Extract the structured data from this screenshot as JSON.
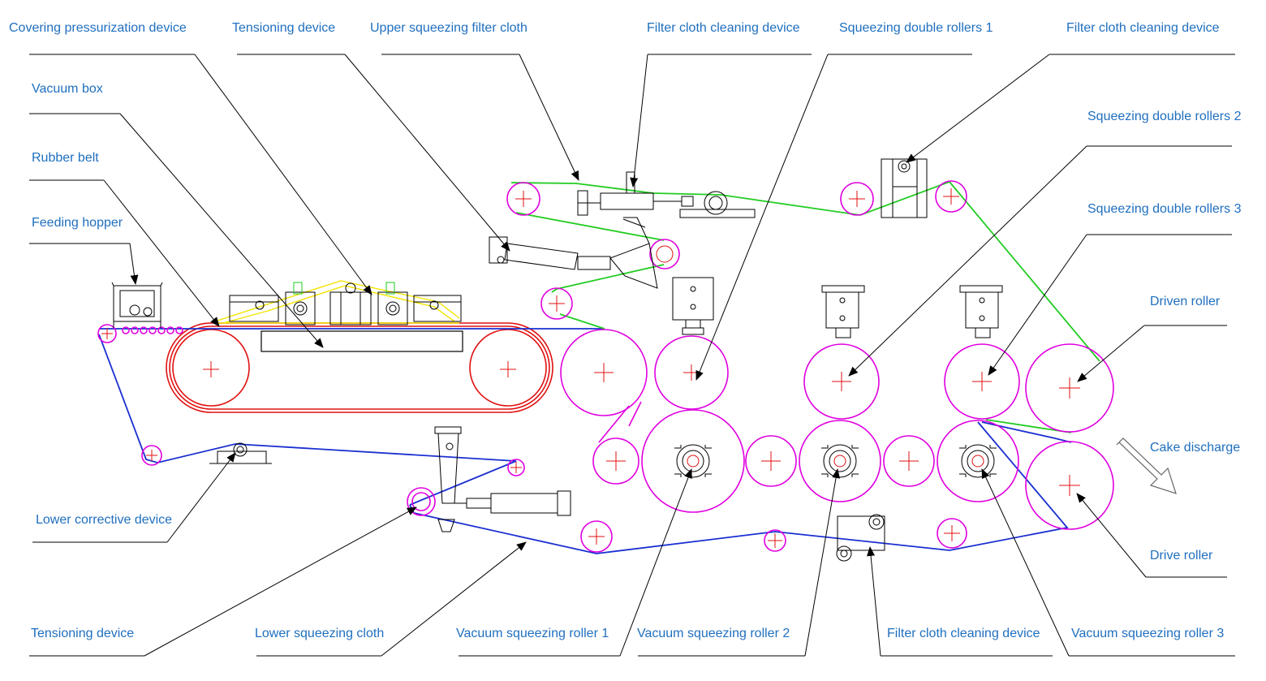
{
  "labels": {
    "covering_pressurization_device": "Covering pressurization device",
    "tensioning_device_top": "Tensioning device",
    "upper_squeezing_filter_cloth": "Upper squeezing filter cloth",
    "filter_cloth_cleaning_device_top": "Filter cloth cleaning device",
    "squeezing_double_rollers_1": "Squeezing double rollers 1",
    "filter_cloth_cleaning_device_right": "Filter cloth cleaning device",
    "vacuum_box": "Vacuum box",
    "squeezing_double_rollers_2": "Squeezing double rollers 2",
    "rubber_belt": "Rubber belt",
    "squeezing_double_rollers_3": "Squeezing double rollers 3",
    "feeding_hopper": "Feeding hopper",
    "driven_roller": "Driven roller",
    "cake_discharge": "Cake discharge",
    "lower_corrective_device": "Lower corrective device",
    "drive_roller": "Drive roller",
    "tensioning_device_bottom": "Tensioning device",
    "lower_squeezing_cloth": "Lower squeezing cloth",
    "vacuum_squeezing_roller_1": "Vacuum squeezing roller 1",
    "vacuum_squeezing_roller_2": "Vacuum squeezing roller 2",
    "filter_cloth_cleaning_device_bottom": "Filter cloth cleaning device",
    "vacuum_squeezing_roller_3": "Vacuum squeezing roller 3"
  },
  "colors": {
    "label_text": "#1f6fbf",
    "leader_line": "#000000",
    "roller": "#e000e0",
    "upper_cloth": "#22cc22",
    "lower_cloth": "#1a2fd0",
    "rubber_belt": "#e01010",
    "center_cross": "#e01010",
    "yellow_cover": "#f2e400"
  }
}
